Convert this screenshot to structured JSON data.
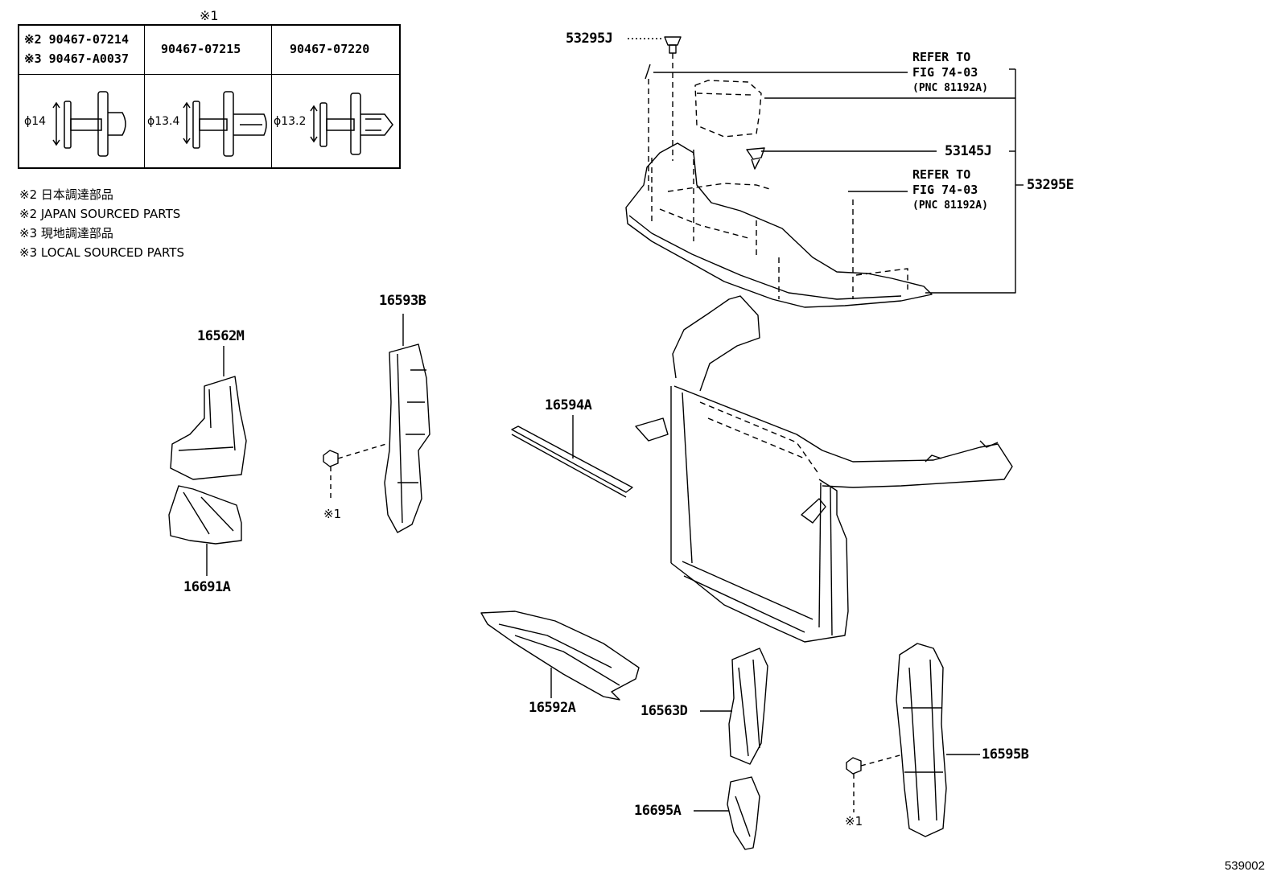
{
  "clip_table": {
    "header_mark": "※1",
    "columns": [
      {
        "part_lines": [
          "※2 90467-07214",
          "※3 90467-A0037"
        ],
        "diameter": "ϕ14"
      },
      {
        "part_lines": [
          "90467-07215"
        ],
        "diameter": "ϕ13.4"
      },
      {
        "part_lines": [
          "90467-07220"
        ],
        "diameter": "ϕ13.2"
      }
    ]
  },
  "notes": [
    "※2 日本調達部品",
    "※2 JAPAN SOURCED PARTS",
    "※3 現地調達部品",
    "※3 LOCAL SOURCED PARTS"
  ],
  "refer_blocks": [
    {
      "line1": "REFER TO",
      "line2": "FIG 74-03",
      "line3": "(PNC 81192A)"
    },
    {
      "line1": "REFER TO",
      "line2": "FIG 74-03",
      "line3": "(PNC 81192A)"
    }
  ],
  "part_labels": {
    "p53295J": "53295J",
    "p53145J": "53145J",
    "p53295E": "53295E",
    "p16593B": "16593B",
    "p16562M": "16562M",
    "p16594A": "16594A",
    "p16691A": "16691A",
    "p16592A": "16592A",
    "p16563D": "16563D",
    "p16595B": "16595B",
    "p16695A": "16695A"
  },
  "clip_marks": [
    "※1",
    "※1"
  ],
  "figure_number": "539002"
}
